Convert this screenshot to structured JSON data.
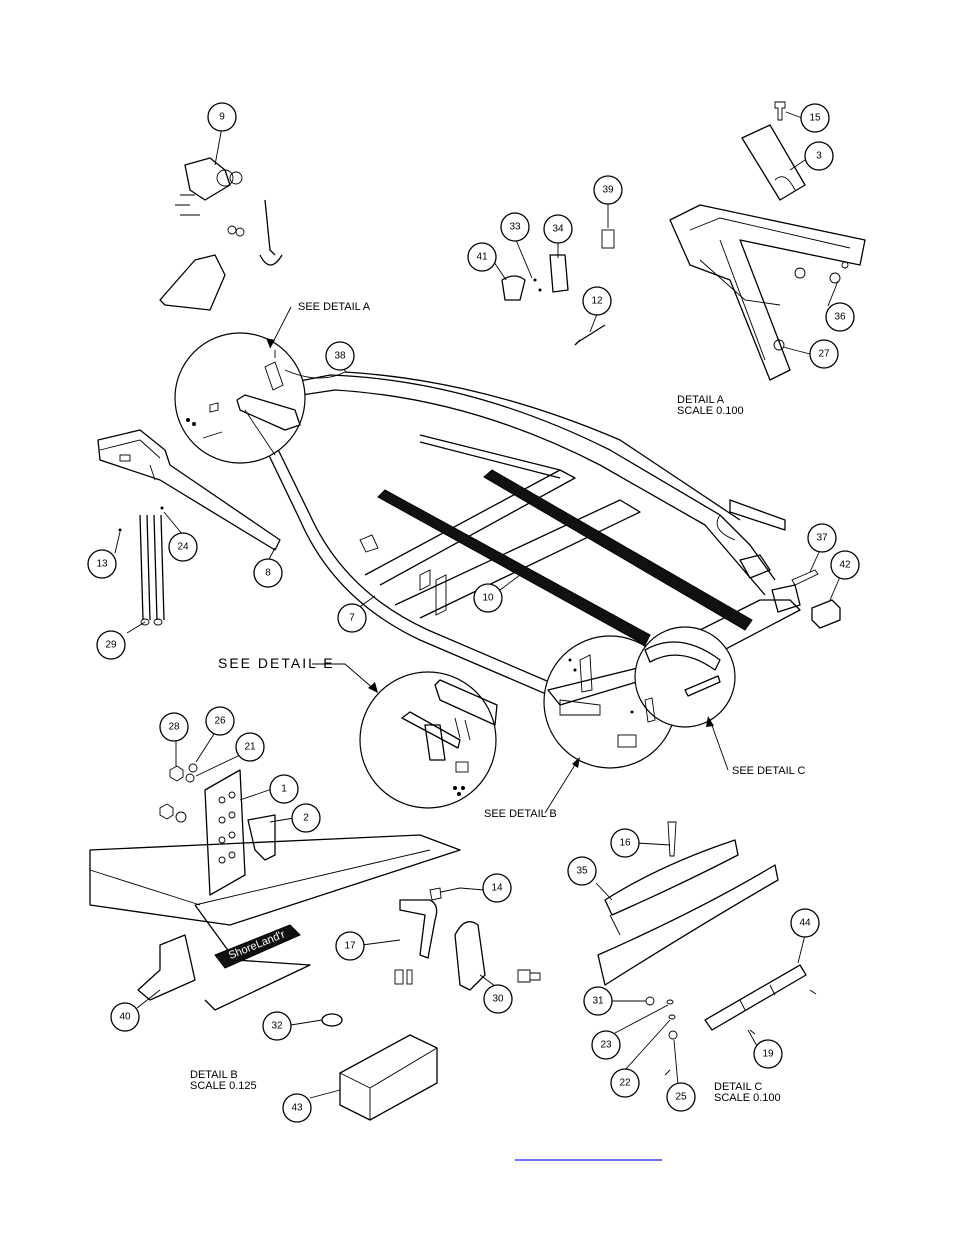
{
  "labels": {
    "see_detail_a": "SEE DETAIL A",
    "see_detail_e": "SEE DETAIL  E",
    "see_detail_b": "SEE DETAIL B",
    "see_detail_c": "SEE DETAIL C",
    "detail_a_title": "DETAIL  A",
    "detail_a_scale": "SCALE  0.100",
    "detail_b_title": "DETAIL  B",
    "detail_b_scale": "SCALE  0.125",
    "detail_c_title": "DETAIL  C",
    "detail_c_scale": "SCALE  0.100",
    "logo_text": "ShoreLand'r"
  },
  "balloons": [
    "9",
    "15",
    "3",
    "39",
    "33",
    "34",
    "41",
    "12",
    "36",
    "27",
    "38",
    "13",
    "24",
    "8",
    "29",
    "7",
    "10",
    "37",
    "42",
    "28",
    "26",
    "21",
    "1",
    "2",
    "16",
    "35",
    "14",
    "44",
    "17",
    "30",
    "40",
    "32",
    "31",
    "23",
    "22",
    "25",
    "19",
    "43"
  ]
}
